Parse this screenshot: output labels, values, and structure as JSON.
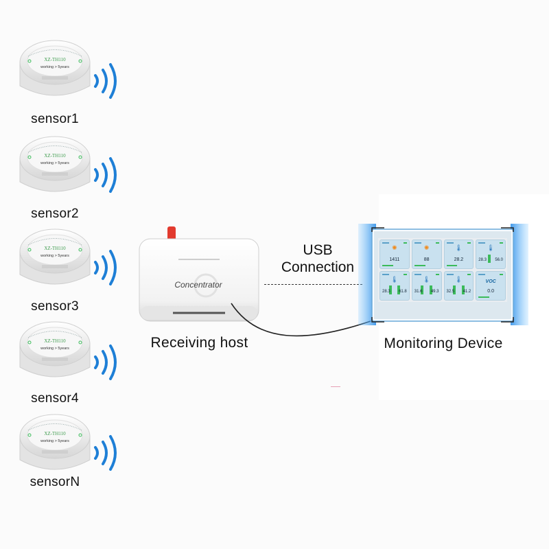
{
  "sensors": [
    {
      "label": "sensor1",
      "model": "XZ-TH110",
      "note": "working > 5years"
    },
    {
      "label": "sensor2",
      "model": "XZ-TH110",
      "note": "working > 5years"
    },
    {
      "label": "sensor3",
      "model": "XZ-TH110",
      "note": "working > 5years"
    },
    {
      "label": "sensor4",
      "model": "XZ-TH110",
      "note": "working > 5years"
    },
    {
      "label": "sensorN",
      "model": "XZ-TH110",
      "note": "working > 5years"
    }
  ],
  "host": {
    "device_text": "Concentrator",
    "label": "Receiving host"
  },
  "link": {
    "line1": "USB",
    "line2": "Connection"
  },
  "monitor": {
    "label": "Monitoring Device",
    "tiles": [
      {
        "icon": "sun-icon",
        "value": "1411"
      },
      {
        "icon": "sun-icon",
        "value": "88"
      },
      {
        "icon": "thermometer-icon",
        "value": "28.2"
      },
      {
        "icon": "thermo-humidity-icon",
        "value_a": "28.3",
        "value_b": "56.0"
      },
      {
        "icon": "thermo-humidity-icon",
        "value_a": "28.3",
        "value_b": "61.8"
      },
      {
        "icon": "thermo-humidity-icon",
        "value_a": "31.6",
        "value_b": "49.3"
      },
      {
        "icon": "thermo-humidity-icon",
        "value_a": "32.5",
        "value_b": "41.2"
      },
      {
        "icon": "voc-icon",
        "caption": "VOC",
        "value": "0.0"
      }
    ]
  },
  "colors": {
    "wave": "#1e7fd6",
    "led": "#e23a2e",
    "glow": "#6ec1ff",
    "tile": "#c9e1ef",
    "ok": "#3bbb5a"
  }
}
